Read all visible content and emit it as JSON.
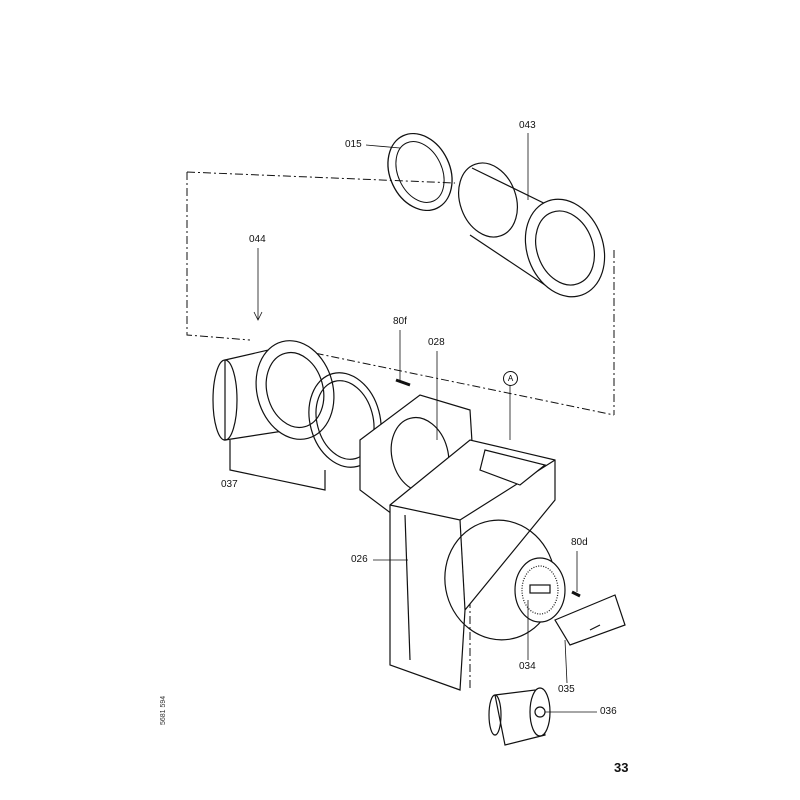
{
  "diagram": {
    "part_labels": {
      "p015": "015",
      "p043": "043",
      "p044": "044",
      "p80f": "80f",
      "p028": "028",
      "pA": "A",
      "p037": "037",
      "p026": "026",
      "p80d": "80d",
      "p034": "034",
      "p035": "035",
      "p036": "036"
    },
    "page_number": "33",
    "drawing_code": "5681 594"
  }
}
